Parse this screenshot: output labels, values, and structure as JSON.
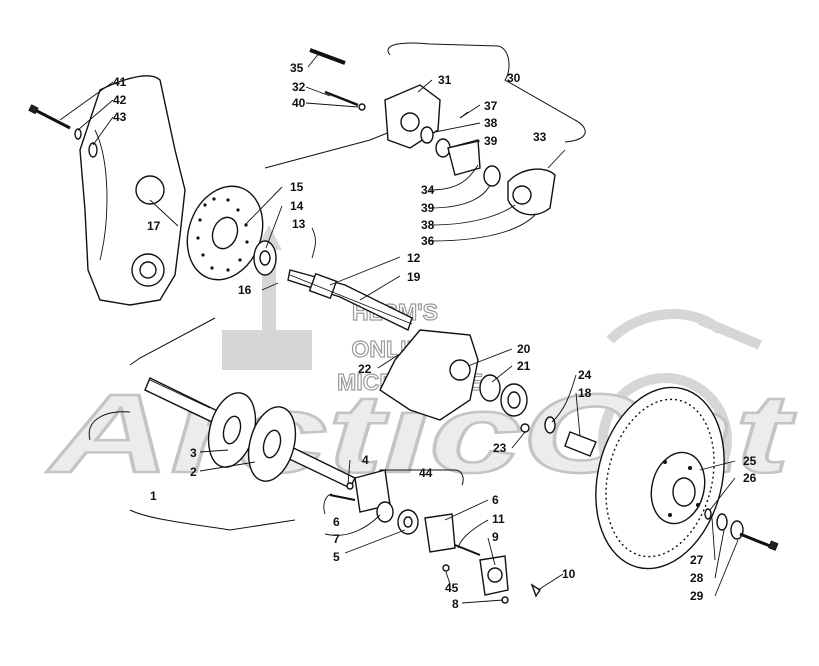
{
  "watermark": {
    "brand_text": "ArcticCat",
    "line1": "HLSM'S",
    "line2": "ONLINE",
    "line3": "MICROFICHE"
  },
  "callouts": [
    {
      "id": "41",
      "label": "41"
    },
    {
      "id": "42",
      "label": "42"
    },
    {
      "id": "43",
      "label": "43"
    },
    {
      "id": "35",
      "label": "35"
    },
    {
      "id": "32",
      "label": "32"
    },
    {
      "id": "40",
      "label": "40"
    },
    {
      "id": "31",
      "label": "31"
    },
    {
      "id": "30",
      "label": "30"
    },
    {
      "id": "37",
      "label": "37"
    },
    {
      "id": "38a",
      "label": "38"
    },
    {
      "id": "39a",
      "label": "39"
    },
    {
      "id": "33",
      "label": "33"
    },
    {
      "id": "34",
      "label": "34"
    },
    {
      "id": "39b",
      "label": "39"
    },
    {
      "id": "38b",
      "label": "38"
    },
    {
      "id": "36",
      "label": "36"
    },
    {
      "id": "15",
      "label": "15"
    },
    {
      "id": "14",
      "label": "14"
    },
    {
      "id": "13",
      "label": "13"
    },
    {
      "id": "17",
      "label": "17"
    },
    {
      "id": "16",
      "label": "16"
    },
    {
      "id": "12",
      "label": "12"
    },
    {
      "id": "19",
      "label": "19"
    },
    {
      "id": "20",
      "label": "20"
    },
    {
      "id": "21",
      "label": "21"
    },
    {
      "id": "22",
      "label": "22"
    },
    {
      "id": "24",
      "label": "24"
    },
    {
      "id": "18",
      "label": "18"
    },
    {
      "id": "23",
      "label": "23"
    },
    {
      "id": "25",
      "label": "25"
    },
    {
      "id": "26",
      "label": "26"
    },
    {
      "id": "3",
      "label": "3"
    },
    {
      "id": "2",
      "label": "2"
    },
    {
      "id": "4",
      "label": "4"
    },
    {
      "id": "44",
      "label": "44"
    },
    {
      "id": "1",
      "label": "1"
    },
    {
      "id": "6a",
      "label": "6"
    },
    {
      "id": "7",
      "label": "7"
    },
    {
      "id": "5",
      "label": "5"
    },
    {
      "id": "6b",
      "label": "6"
    },
    {
      "id": "11",
      "label": "11"
    },
    {
      "id": "9",
      "label": "9"
    },
    {
      "id": "45",
      "label": "45"
    },
    {
      "id": "8",
      "label": "8"
    },
    {
      "id": "10",
      "label": "10"
    },
    {
      "id": "27",
      "label": "27"
    },
    {
      "id": "28",
      "label": "28"
    },
    {
      "id": "29",
      "label": "29"
    }
  ]
}
